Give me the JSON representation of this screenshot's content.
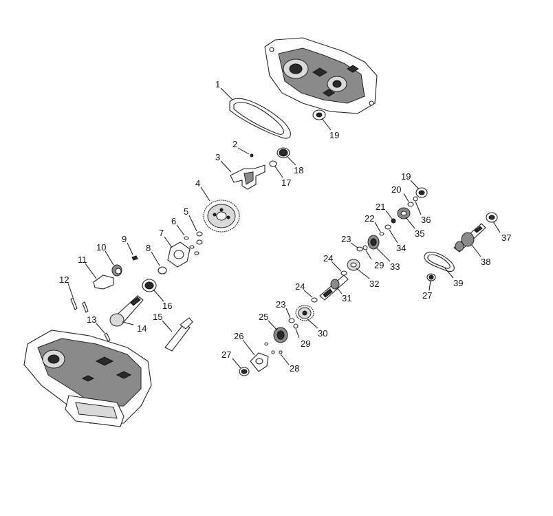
{
  "callouts": [
    {
      "id": "1",
      "label": "1"
    },
    {
      "id": "2",
      "label": "2"
    },
    {
      "id": "3",
      "label": "3"
    },
    {
      "id": "4",
      "label": "4"
    },
    {
      "id": "5",
      "label": "5"
    },
    {
      "id": "6",
      "label": "6"
    },
    {
      "id": "7",
      "label": "7"
    },
    {
      "id": "8",
      "label": "8"
    },
    {
      "id": "9",
      "label": "9"
    },
    {
      "id": "10",
      "label": "10"
    },
    {
      "id": "11",
      "label": "11"
    },
    {
      "id": "12",
      "label": "12"
    },
    {
      "id": "13",
      "label": "13"
    },
    {
      "id": "14",
      "label": "14"
    },
    {
      "id": "15",
      "label": "15"
    },
    {
      "id": "16",
      "label": "16"
    },
    {
      "id": "17",
      "label": "17"
    },
    {
      "id": "18",
      "label": "18"
    },
    {
      "id": "19a",
      "label": "19"
    },
    {
      "id": "19b",
      "label": "19"
    },
    {
      "id": "20",
      "label": "20"
    },
    {
      "id": "21",
      "label": "21"
    },
    {
      "id": "22",
      "label": "22"
    },
    {
      "id": "23a",
      "label": "23"
    },
    {
      "id": "23b",
      "label": "23"
    },
    {
      "id": "24a",
      "label": "24"
    },
    {
      "id": "24b",
      "label": "24"
    },
    {
      "id": "25",
      "label": "25"
    },
    {
      "id": "26",
      "label": "26"
    },
    {
      "id": "27a",
      "label": "27"
    },
    {
      "id": "27b",
      "label": "27"
    },
    {
      "id": "28",
      "label": "28"
    },
    {
      "id": "29a",
      "label": "29"
    },
    {
      "id": "29b",
      "label": "29"
    },
    {
      "id": "30",
      "label": "30"
    },
    {
      "id": "31",
      "label": "31"
    },
    {
      "id": "32",
      "label": "32"
    },
    {
      "id": "33",
      "label": "33"
    },
    {
      "id": "34",
      "label": "34"
    },
    {
      "id": "35",
      "label": "35"
    },
    {
      "id": "36",
      "label": "36"
    },
    {
      "id": "37",
      "label": "37"
    },
    {
      "id": "38",
      "label": "38"
    },
    {
      "id": "39",
      "label": "39"
    }
  ]
}
